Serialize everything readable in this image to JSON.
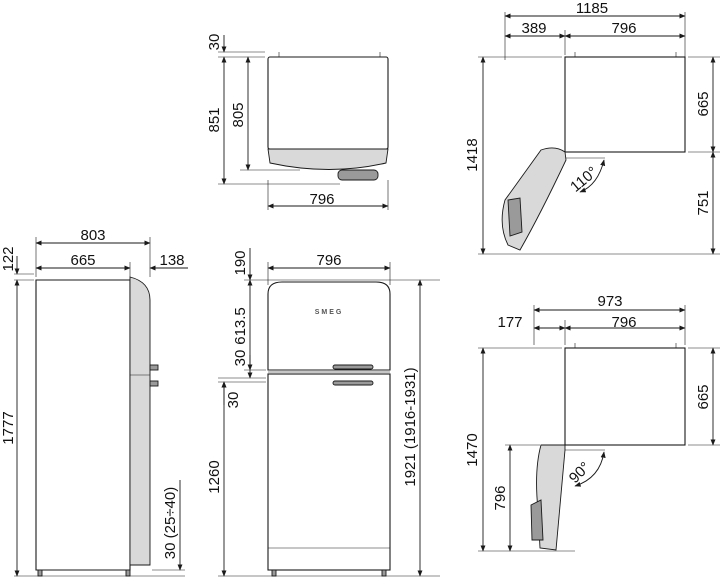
{
  "diagram": {
    "top_view_closed": {
      "depth_label": "851",
      "cabinet_depth_label": "805",
      "handle_label": "30",
      "width_label": "796"
    },
    "top_view_open_110": {
      "total_width_label": "1185",
      "side_clearance_label": "389",
      "width_label": "796",
      "total_depth_label": "1418",
      "cabinet_depth_label": "665",
      "door_depth_label": "751",
      "angle_label": "110°"
    },
    "side_view": {
      "total_depth_label": "803",
      "cabinet_depth_label": "665",
      "door_depth_label": "138",
      "top_offset_label": "122",
      "height_label": "1777",
      "foot_label": "30 (25÷40)"
    },
    "front_view": {
      "width_label": "796",
      "top_label": "190",
      "freezer_label": "613.5",
      "gap_top_label": "30",
      "gap_bottom_label": "30",
      "fridge_label": "1260",
      "total_height_label": "1921 (1916-1931)",
      "logo": "SMEG"
    },
    "top_view_open_90": {
      "total_width_label": "973",
      "side_clearance_label": "177",
      "width_label": "796",
      "total_depth_label": "1470",
      "cabinet_depth_label": "665",
      "door_depth_label": "796",
      "angle_label": "90°"
    }
  }
}
